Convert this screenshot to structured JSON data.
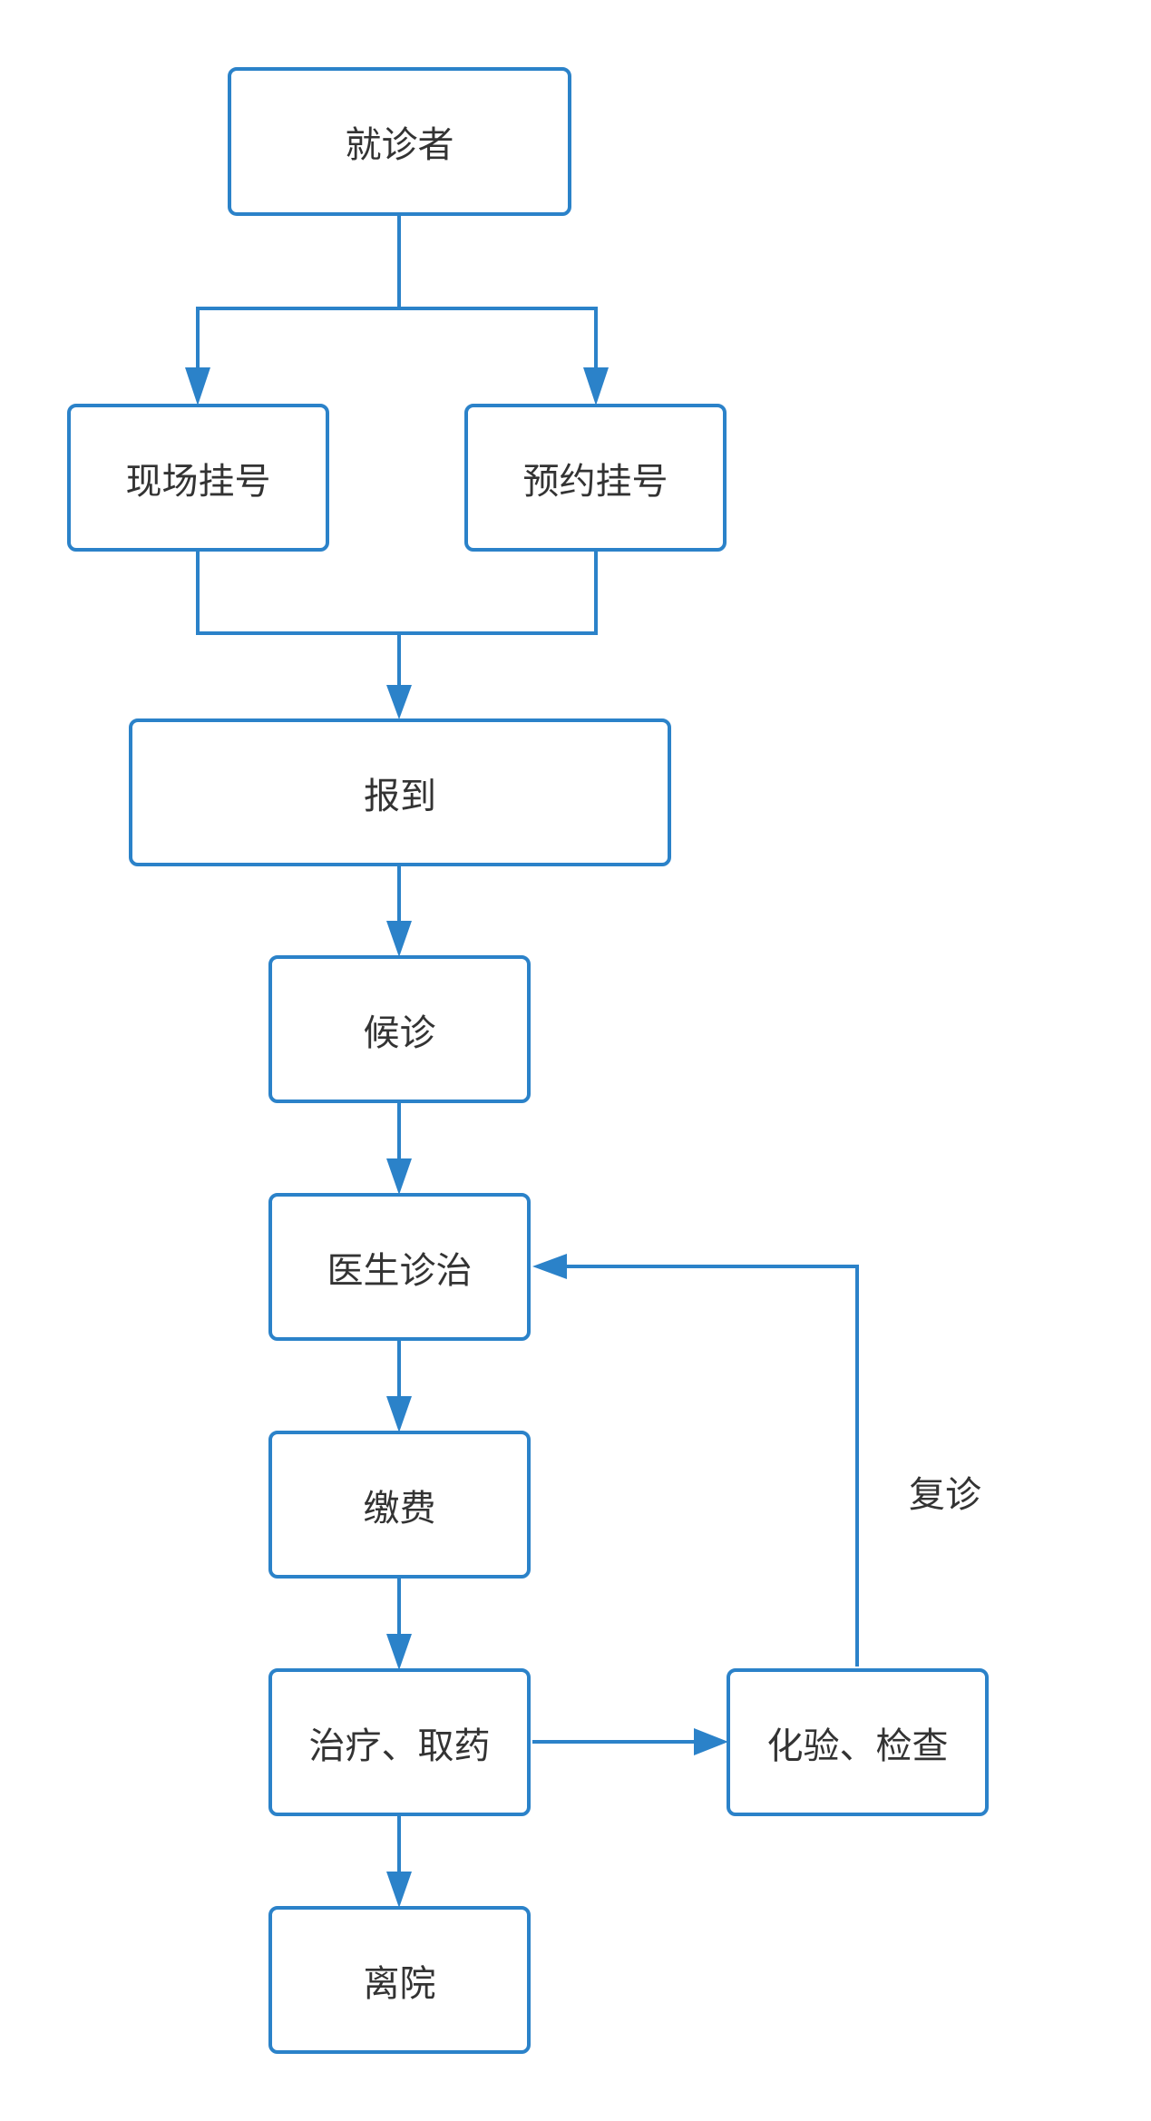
{
  "colors": {
    "stroke": "#2b82c9",
    "text": "#333333",
    "background": "#ffffff"
  },
  "nodes": {
    "patient": "就诊者",
    "onsite_registration": "现场挂号",
    "appointment_registration": "预约挂号",
    "check_in": "报到",
    "waiting": "候诊",
    "doctor_consultation": "医生诊治",
    "payment": "缴费",
    "treatment_medicine": "治疗、取药",
    "lab_exam": "化验、检查",
    "discharge": "离院"
  },
  "edge_labels": {
    "revisit": "复诊"
  }
}
